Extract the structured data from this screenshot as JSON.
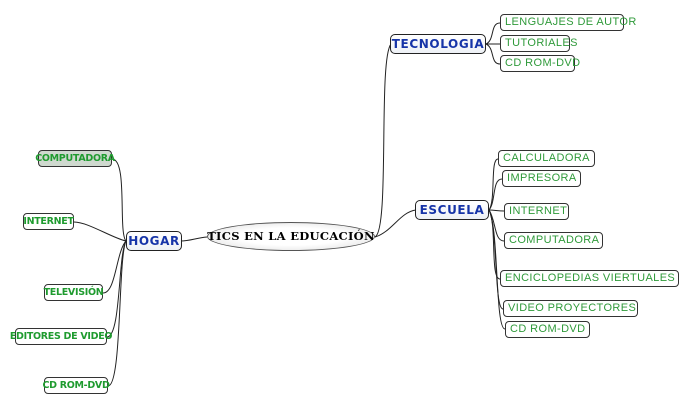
{
  "center": {
    "label": "TICS EN LA EDUCACIÓN"
  },
  "tecnologia": {
    "label": "TECNOLOGIA",
    "items": [
      "LENGUAJES DE AUTOR",
      "TUTORIALES",
      "CD ROM-DVD"
    ]
  },
  "escuela": {
    "label": "ESCUELA",
    "items": [
      "CALCULADORA",
      "IMPRESORA",
      "INTERNET",
      "COMPUTADORA",
      "ENCICLOPEDIAS VIERTUALES",
      "VIDEO PROYECTORES",
      "CD ROM-DVD"
    ]
  },
  "hogar": {
    "label": "HOGAR",
    "items": [
      "COMPUTADORA",
      "INTERNET",
      "TELEVISIÓN",
      "EDITORES DE VIDEO",
      "CD ROM-DVD"
    ]
  },
  "colors": {
    "main_text": "#1634a8",
    "leaf_text": "#2f9a3a",
    "line": "#222222"
  }
}
